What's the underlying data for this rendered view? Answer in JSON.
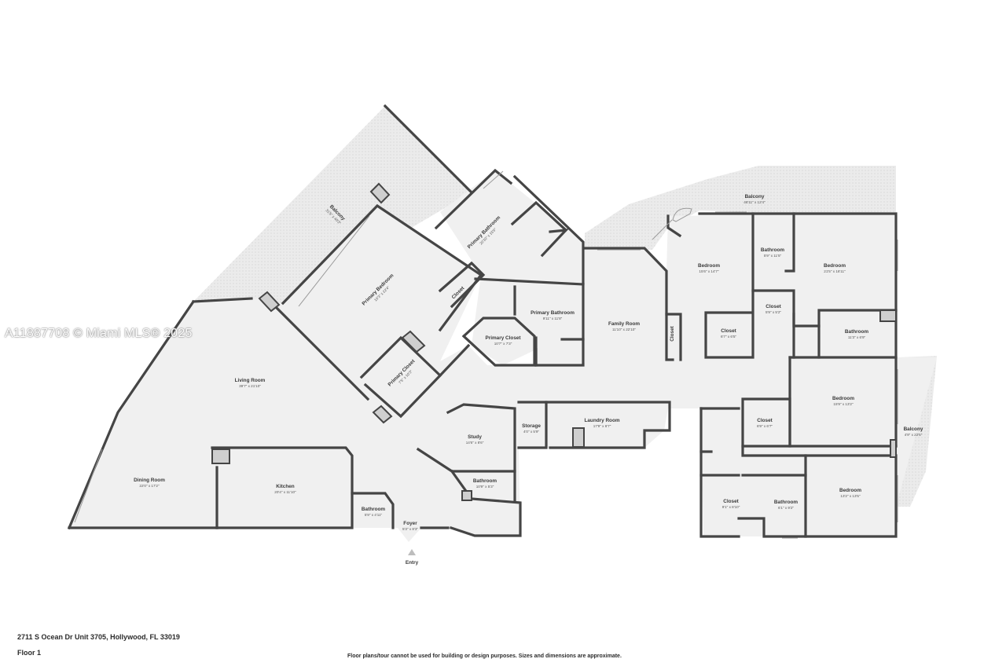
{
  "watermark": "A11887708 © Miami MLS® 2025",
  "address": "2711 S Ocean Dr Unit 3705, Hollywood, FL 33019",
  "floor_label": "Floor 1",
  "disclaimer": "Floor plans/tour cannot be used for building or design purposes. Sizes and dimensions are approximate.",
  "entry_label": "Entry",
  "rooms": [
    {
      "id": "balcony-west",
      "name": "Balcony",
      "dims": "31'5\" x 40'3\""
    },
    {
      "id": "primary-bedroom",
      "name": "Primary Bedroom",
      "dims": "16'3\" x 22'4\""
    },
    {
      "id": "primary-bathroom-upper",
      "name": "Primary Bathroom",
      "dims": "20'10\" x 15'6\""
    },
    {
      "id": "closet-diag",
      "name": "Closet",
      "dims": ""
    },
    {
      "id": "primary-bathroom",
      "name": "Primary Bathroom",
      "dims": "9'11\" x 11'8\""
    },
    {
      "id": "primary-closet-small",
      "name": "Primary Closet",
      "dims": "10'7\" x 7'3\""
    },
    {
      "id": "primary-closet-diag",
      "name": "Primary Closet",
      "dims": "7'5\" x 10'3\""
    },
    {
      "id": "living-room",
      "name": "Living Room",
      "dims": "39'7\" x 21'10\""
    },
    {
      "id": "dining-room",
      "name": "Dining Room",
      "dims": "22'0\" x 17'2\""
    },
    {
      "id": "kitchen",
      "name": "Kitchen",
      "dims": "20'4\" x 11'10\""
    },
    {
      "id": "bathroom-hall",
      "name": "Bathroom",
      "dims": "5'9\" x 4'11\""
    },
    {
      "id": "foyer",
      "name": "Foyer",
      "dims": "5'3\" x 8'3\""
    },
    {
      "id": "study",
      "name": "Study",
      "dims": "14'6\" x 8'6\""
    },
    {
      "id": "storage",
      "name": "Storage",
      "dims": "4'0\" x 5'9\""
    },
    {
      "id": "laundry-room",
      "name": "Laundry Room",
      "dims": "17'9\" x 6'7\""
    },
    {
      "id": "bathroom-study",
      "name": "Bathroom",
      "dims": "10'9\" x 5'3\""
    },
    {
      "id": "family-room",
      "name": "Family Room",
      "dims": "11'10\" x 22'10\""
    },
    {
      "id": "closet-family",
      "name": "Closet",
      "dims": ""
    },
    {
      "id": "balcony-east",
      "name": "Balcony",
      "dims": "46'11\" x 12'4\""
    },
    {
      "id": "bedroom-1",
      "name": "Bedroom",
      "dims": "15'6\" x 14'7\""
    },
    {
      "id": "closet-b1",
      "name": "Closet",
      "dims": "6'7\" x 6'5\""
    },
    {
      "id": "bathroom-b1",
      "name": "Bathroom",
      "dims": "5'9\" x 11'5\""
    },
    {
      "id": "closet-mid",
      "name": "Closet",
      "dims": "5'9\" x 5'2\""
    },
    {
      "id": "bedroom-2",
      "name": "Bedroom",
      "dims": "21'5\" x 16'11\""
    },
    {
      "id": "bathroom-b2",
      "name": "Bathroom",
      "dims": "11'3\" x 6'9\""
    },
    {
      "id": "bedroom-3",
      "name": "Bedroom",
      "dims": "15'9\" x 13'2\""
    },
    {
      "id": "closet-b3",
      "name": "Closet",
      "dims": "6'9\" x 6'7\""
    },
    {
      "id": "balcony-south",
      "name": "Balcony",
      "dims": "4'9\" x 22'5\""
    },
    {
      "id": "closet-b4",
      "name": "Closet",
      "dims": "9'1\" x 8'10\""
    },
    {
      "id": "bathroom-b4",
      "name": "Bathroom",
      "dims": "6'1\" x 9'2\""
    },
    {
      "id": "bedroom-4",
      "name": "Bedroom",
      "dims": "13'2\" x 13'5\""
    }
  ]
}
